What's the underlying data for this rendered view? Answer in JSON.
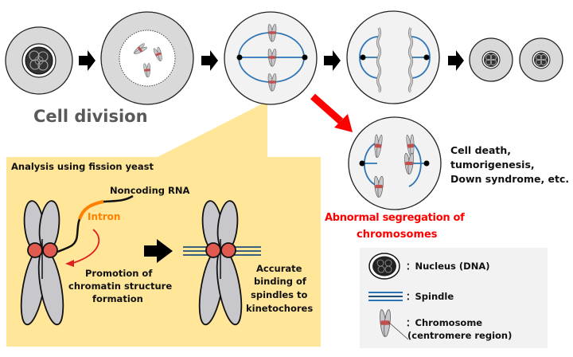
{
  "title": "Cell division",
  "colors": {
    "cell_fill": "#d9d9d9",
    "cell_inner": "#f2f2f2",
    "spindle": "#2e75b6",
    "centromere": "#e05a4f",
    "chromosome": "#c8c8cc",
    "callout_bg": "#ffe699",
    "legend_bg": "#f2f2f2",
    "red_accent": "#ff0000",
    "intron_orange": "#ff7f00",
    "title_gray": "#595959"
  },
  "stages": [
    {
      "name": "interphase",
      "icon": "nucleus-cell-icon"
    },
    {
      "name": "prophase",
      "icon": "prophase-cell-icon"
    },
    {
      "name": "metaphase",
      "icon": "metaphase-cell-icon"
    },
    {
      "name": "anaphase",
      "icon": "anaphase-cell-icon"
    },
    {
      "name": "daughter-cells",
      "icon": "daughter-cells-icon"
    }
  ],
  "abnormal": {
    "label_line1": "Abnormal segregation of",
    "label_line2": "chromosomes",
    "outcome_line1": "Cell death,",
    "outcome_line2": "tumorigenesis,",
    "outcome_line3": "Down syndrome, etc."
  },
  "callout": {
    "heading": "Analysis using fission yeast",
    "noncoding_rna": "Noncoding RNA",
    "intron": "Intron",
    "promotion_line1": "Promotion of",
    "promotion_line2": "chromatin structure",
    "promotion_line3": "formation",
    "accurate_line1": "Accurate",
    "accurate_line2": "binding of",
    "accurate_line3": "spindles to",
    "accurate_line4": "kinetochores"
  },
  "legend": {
    "items": [
      {
        "icon": "nucleus-icon",
        "label": "：Nucleus (DNA)"
      },
      {
        "icon": "spindle-icon",
        "label": "：Spindle"
      },
      {
        "icon": "chromosome-icon",
        "label": "：Chromosome",
        "label2": "(centromere region)"
      }
    ]
  }
}
